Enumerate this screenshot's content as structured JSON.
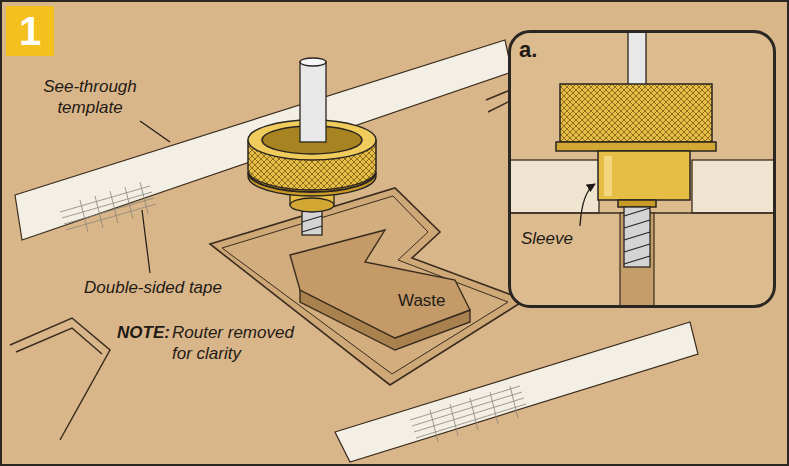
{
  "diagram": {
    "nodes": [
      {
        "text": [
          "1"
        ]
      },
      {
        "text": [
          "a.",
          "Sleeve"
        ]
      }
    ],
    "labels": [
      "See-through template",
      "Double-sided tape",
      "NOTE:",
      "Router removed for clarity",
      "Waste"
    ]
  }
}
